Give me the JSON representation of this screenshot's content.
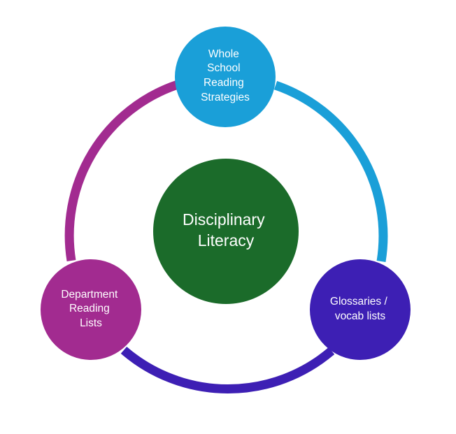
{
  "diagram": {
    "center": {
      "lines": [
        "Disciplinary",
        "Literacy"
      ],
      "color": "#1b6b2a"
    },
    "nodes": [
      {
        "id": "whole-school",
        "lines": [
          "Whole",
          "School",
          "Reading",
          "Strategies"
        ],
        "color": "#1a9fd8"
      },
      {
        "id": "glossaries",
        "lines": [
          "Glossaries /",
          "vocab lists"
        ],
        "color": "#3d1fb4"
      },
      {
        "id": "department",
        "lines": [
          "Department",
          "Reading",
          "Lists"
        ],
        "color": "#a22b90"
      }
    ],
    "ring_colors": {
      "whole-school_to_glossaries": "#1a9fd8",
      "glossaries_to_department": "#3d1fb4",
      "department_to_whole-school": "#a22b90"
    }
  }
}
